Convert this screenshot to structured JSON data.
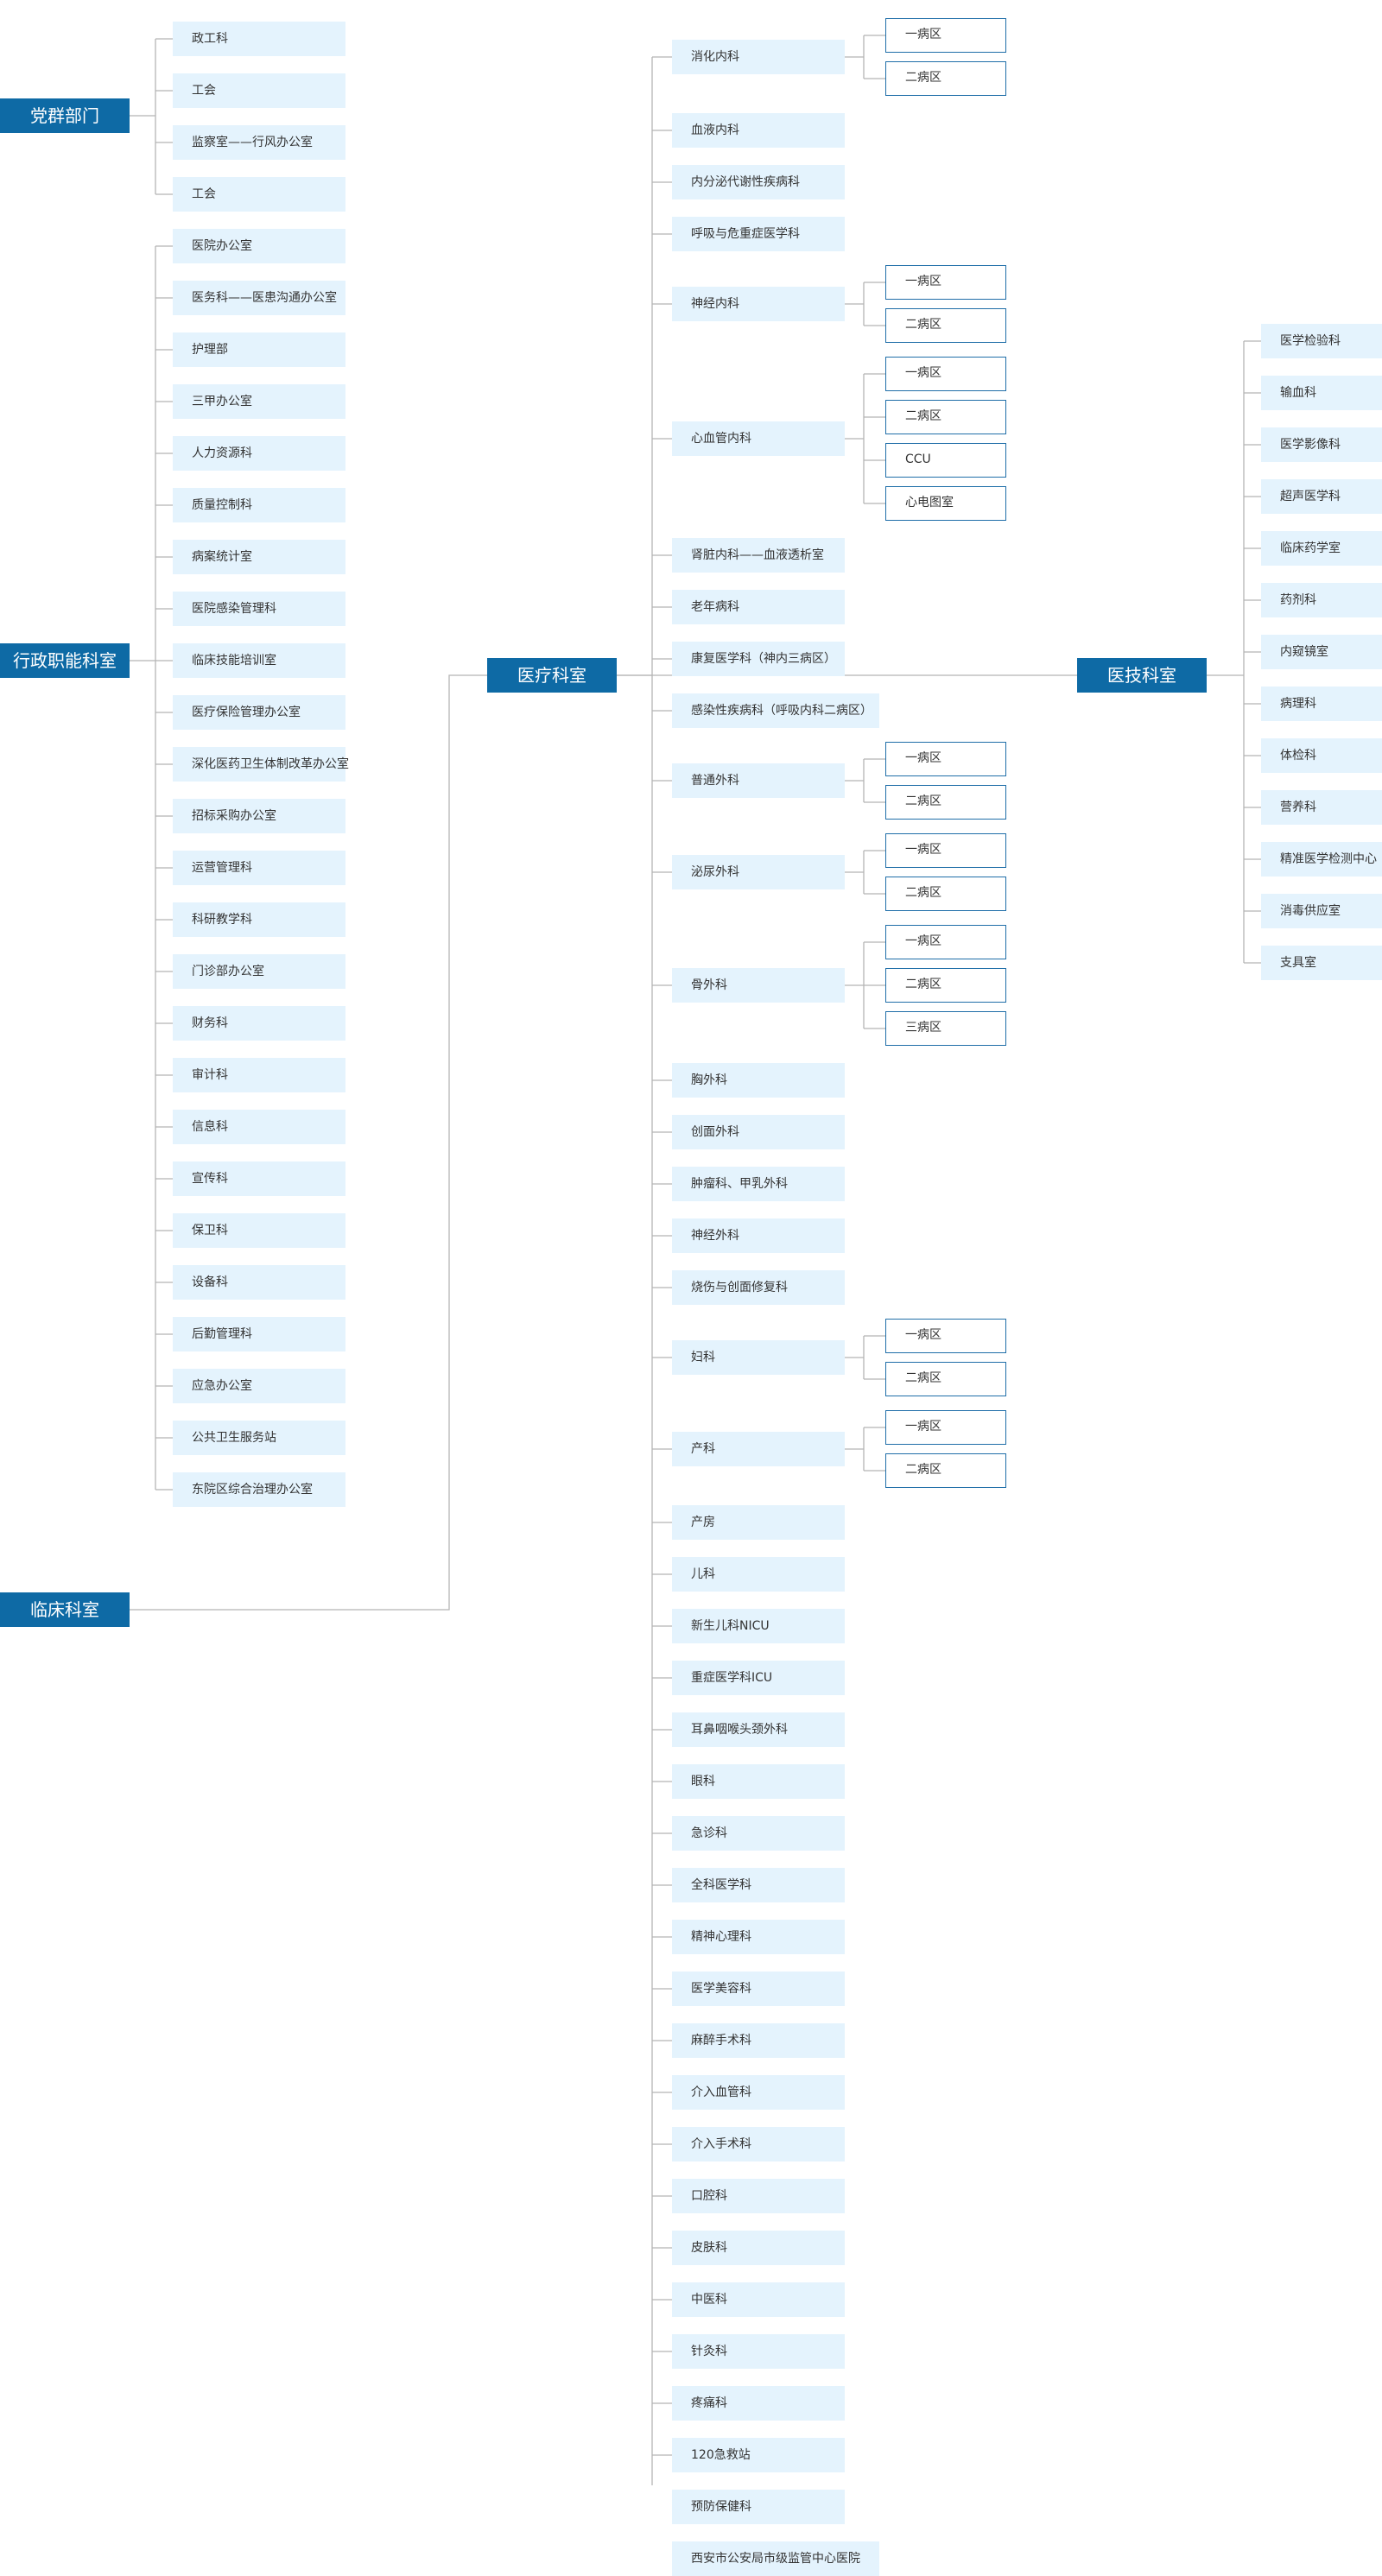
{
  "colors": {
    "root_fill": "#0e6aa5",
    "dept_fill": "#e4f3fd",
    "ward_border": "#1f6ea8",
    "connector": "#b5b5b5"
  },
  "roots": {
    "party": "党群部门",
    "admin": "行政职能科室",
    "clinical": "临床科室",
    "medical": "医疗科室",
    "tech": "医技科室"
  },
  "party_items": [
    "政工科",
    "工会",
    "监察室——行风办公室",
    "工会"
  ],
  "admin_items": [
    "医院办公室",
    "医务科——医患沟通办公室",
    "护理部",
    "三甲办公室",
    "人力资源科",
    "质量控制科",
    "病案统计室",
    "医院感染管理科",
    "临床技能培训室",
    "医疗保险管理办公室",
    "深化医药卫生体制改革办公室",
    "招标采购办公室",
    "运营管理科",
    "科研教学科",
    "门诊部办公室",
    "财务科",
    "审计科",
    "信息科",
    "宣传科",
    "保卫科",
    "设备科",
    "后勤管理科",
    "应急办公室",
    "公共卫生服务站",
    "东院区综合治理办公室"
  ],
  "medical_items": [
    {
      "label": "消化内科",
      "wards": [
        "一病区",
        "二病区"
      ]
    },
    {
      "label": "血液内科"
    },
    {
      "label": "内分泌代谢性疾病科"
    },
    {
      "label": "呼吸与危重症医学科"
    },
    {
      "label": "神经内科",
      "wards": [
        "一病区",
        "二病区"
      ]
    },
    {
      "label": "心血管内科",
      "wards": [
        "一病区",
        "二病区",
        "CCU",
        "心电图室"
      ]
    },
    {
      "label": "肾脏内科——血液透析室"
    },
    {
      "label": "老年病科"
    },
    {
      "label": "康复医学科（神内三病区）"
    },
    {
      "label": "感染性疾病科（呼吸内科二病区）"
    },
    {
      "label": "普通外科",
      "wards": [
        "一病区",
        "二病区"
      ]
    },
    {
      "label": "泌尿外科",
      "wards": [
        "一病区",
        "二病区"
      ]
    },
    {
      "label": "骨外科",
      "wards": [
        "一病区",
        "二病区",
        "三病区"
      ]
    },
    {
      "label": "胸外科"
    },
    {
      "label": "创面外科"
    },
    {
      "label": "肿瘤科、甲乳外科"
    },
    {
      "label": "神经外科"
    },
    {
      "label": "烧伤与创面修复科"
    },
    {
      "label": "妇科",
      "wards": [
        "一病区",
        "二病区"
      ]
    },
    {
      "label": "产科",
      "wards": [
        "一病区",
        "二病区"
      ]
    },
    {
      "label": "产房"
    },
    {
      "label": "儿科"
    },
    {
      "label": "新生儿科NICU"
    },
    {
      "label": "重症医学科ICU"
    },
    {
      "label": "耳鼻咽喉头颈外科"
    },
    {
      "label": "眼科"
    },
    {
      "label": "急诊科"
    },
    {
      "label": "全科医学科"
    },
    {
      "label": "精神心理科"
    },
    {
      "label": "医学美容科"
    },
    {
      "label": "麻醉手术科"
    },
    {
      "label": "介入血管科"
    },
    {
      "label": "介入手术科"
    },
    {
      "label": "口腔科"
    },
    {
      "label": "皮肤科"
    },
    {
      "label": "中医科"
    },
    {
      "label": "针灸科"
    },
    {
      "label": "疼痛科"
    },
    {
      "label": "120急救站"
    },
    {
      "label": "预防保健科"
    },
    {
      "label": "西安市公安局市级监管中心医院"
    }
  ],
  "tech_items": [
    "医学检验科",
    "输血科",
    "医学影像科",
    "超声医学科",
    "临床药学室",
    "药剂科",
    "内窥镜室",
    "病理科",
    "体检科",
    "营养科",
    "精准医学检测中心",
    "消毒供应室",
    "支具室"
  ]
}
